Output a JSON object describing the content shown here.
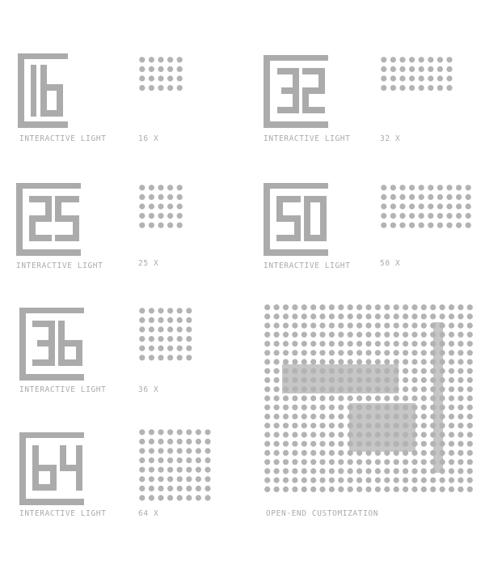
{
  "colors": {
    "primary": "#ababab",
    "dot": "#b3b3b3",
    "highlight": "#c6c6c6",
    "background": "#ffffff"
  },
  "modules": [
    {
      "id": "16",
      "logo_number": "16",
      "label": "INTERACTIVE LIGHT",
      "count_label": "16 X",
      "grid": {
        "cols": 5,
        "rows": 4
      }
    },
    {
      "id": "32",
      "logo_number": "32",
      "label": "INTERACTIVE LIGHT",
      "count_label": "32 X",
      "grid": {
        "cols": 8,
        "rows": 4
      }
    },
    {
      "id": "25",
      "logo_number": "25",
      "label": "INTERACTIVE LIGHT",
      "count_label": "25 X",
      "grid": {
        "cols": 5,
        "rows": 5
      }
    },
    {
      "id": "50",
      "logo_number": "50",
      "label": "INTERACTIVE LIGHT",
      "count_label": "50 X",
      "grid": {
        "cols": 10,
        "rows": 5
      }
    },
    {
      "id": "36",
      "logo_number": "36",
      "label": "INTERACTIVE LIGHT",
      "count_label": "36 X",
      "grid": {
        "cols": 6,
        "rows": 6
      }
    },
    {
      "id": "64",
      "logo_number": "64",
      "label": "INTERACTIVE LIGHT",
      "count_label": "64 X",
      "grid": {
        "cols": 8,
        "rows": 8
      }
    }
  ],
  "customization": {
    "label": "OPEN-END CUSTOMIZATION",
    "grid": {
      "cols": 23,
      "rows": 21
    }
  }
}
